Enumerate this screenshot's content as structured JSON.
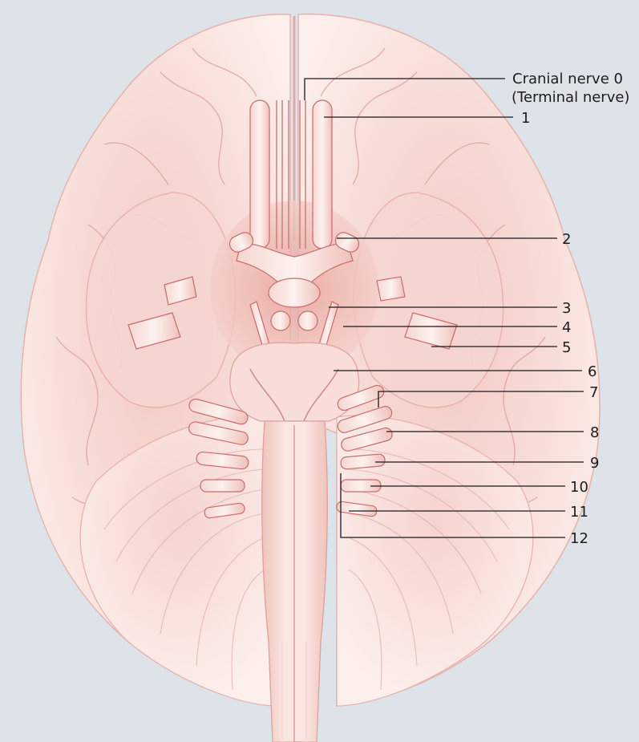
{
  "diagram": {
    "subject": "Inferior view of the brain showing the cranial nerves",
    "labels": [
      {
        "id": "cn0",
        "line1": "Cranial nerve 0",
        "line2": "(Terminal nerve)"
      },
      {
        "id": "cn1",
        "text": "1"
      },
      {
        "id": "cn2",
        "text": "2"
      },
      {
        "id": "cn3",
        "text": "3"
      },
      {
        "id": "cn4",
        "text": "4"
      },
      {
        "id": "cn5",
        "text": "5"
      },
      {
        "id": "cn6",
        "text": "6"
      },
      {
        "id": "cn7",
        "text": "7"
      },
      {
        "id": "cn8",
        "text": "8"
      },
      {
        "id": "cn9",
        "text": "9"
      },
      {
        "id": "cn10",
        "text": "10"
      },
      {
        "id": "cn11",
        "text": "11"
      },
      {
        "id": "cn12",
        "text": "12"
      }
    ]
  },
  "colors": {
    "background": "#dde3e8",
    "brain_light": "#fbe9e6",
    "brain_mid": "#f0c3bd",
    "brain_dark": "#d98a86",
    "leader": "#1a1a1a"
  }
}
